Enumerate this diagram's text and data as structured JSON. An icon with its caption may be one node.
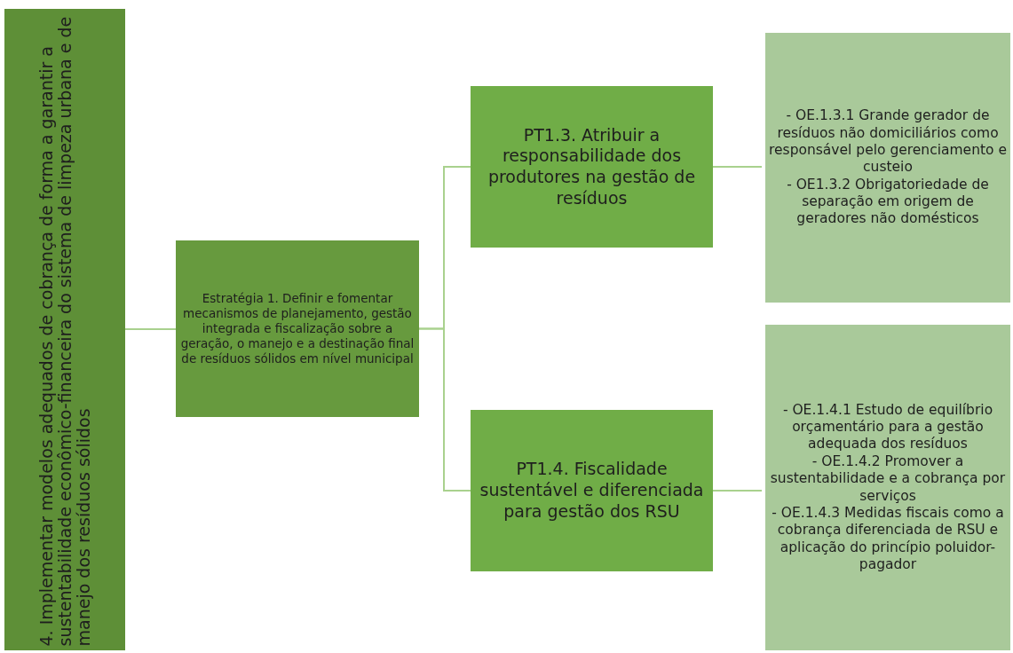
{
  "diagram": {
    "nodes": [
      {
        "text": [
          "4. Implementar modelos adequados de cobrança de forma a garantir a sustentabilidade econômico-financeira do sistema de limpeza urbana e de manejo dos resíduos sólidos"
        ]
      },
      {
        "text": [
          "Estratégia 1. Definir e fomentar mecanismos de planejamento, gestão integrada e fiscalização sobre a geração, o manejo e a destinação final de resíduos sólidos em nível municipal"
        ]
      },
      {
        "text": [
          "PT1.3. Atribuir a responsabilidade dos produtores na gestão de resíduos"
        ]
      },
      {
        "text": [
          "PT1.4. Fiscalidade sustentável e diferenciada para gestão dos RSU"
        ]
      },
      {
        "text": [
          "- OE.1.3.1 Grande gerador de resíduos não domiciliários como responsável pelo gerenciamento e custeio",
          "- OE1.3.2 Obrigatoriedade de separação em origem de geradores não domésticos"
        ]
      },
      {
        "text": [
          "- OE.1.4.1 Estudo de equilíbrio orçamentário para a gestão adequada dos resíduos",
          "- OE.1.4.2 Promover a sustentabilidade e a cobrança por serviços",
          "- OE.1.4.3 Medidas fiscais como a cobrança diferenciada de RSU e aplicação do princípio poluidor-pagador"
        ]
      }
    ],
    "edges": [
      {
        "from": 0,
        "to": 1,
        "arrow": "none"
      },
      {
        "from": 1,
        "to": 2,
        "arrow": "none"
      },
      {
        "from": 1,
        "to": 3,
        "arrow": "none"
      },
      {
        "from": 2,
        "to": 4,
        "arrow": "none"
      },
      {
        "from": 3,
        "to": 5,
        "arrow": "none"
      }
    ]
  }
}
